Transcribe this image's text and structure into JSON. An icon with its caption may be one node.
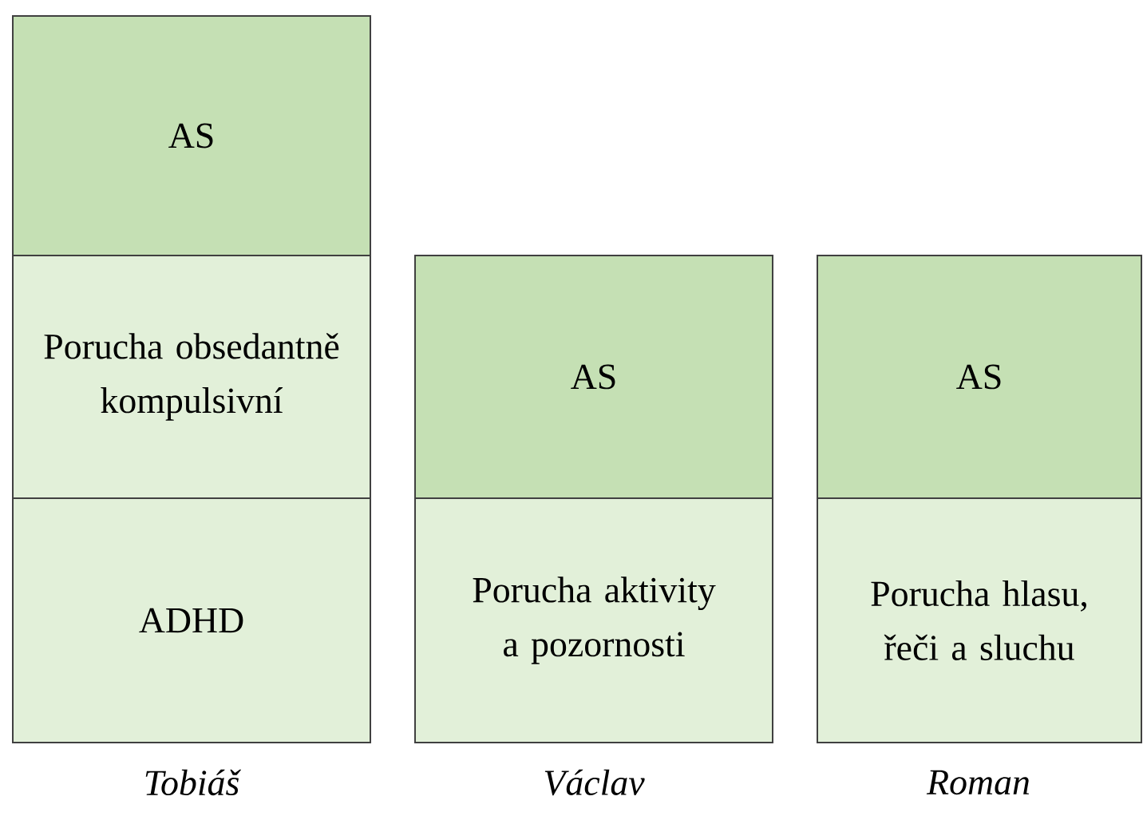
{
  "diagram": {
    "nodes": [
      {
        "text": [
          "AS"
        ]
      },
      {
        "text": [
          "Porucha obsedantně kompulsivní"
        ]
      },
      {
        "text": [
          "ADHD"
        ]
      },
      {
        "text": [
          "AS"
        ]
      },
      {
        "text": [
          "Porucha aktivity a pozornosti"
        ]
      },
      {
        "text": [
          "AS"
        ]
      },
      {
        "text": [
          "Porucha hlasu, řeči a sluchu"
        ]
      }
    ],
    "labels": [
      "Tobiáš",
      "Václav",
      "Roman"
    ]
  }
}
